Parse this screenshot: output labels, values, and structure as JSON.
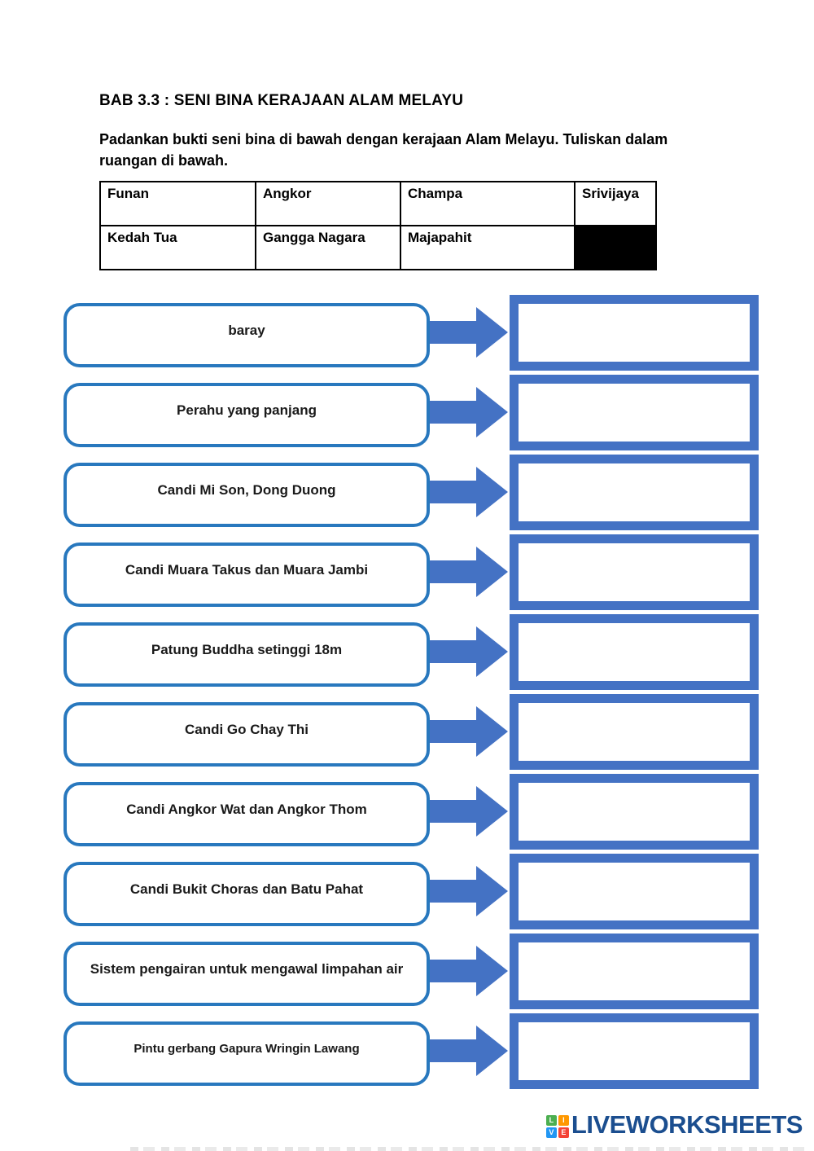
{
  "page": {
    "title": "BAB 3.3 : SENI BINA KERAJAAN ALAM MELAYU",
    "instructions": "Padankan bukti seni bina di bawah dengan kerajaan Alam Melayu. Tuliskan dalam ruangan di bawah."
  },
  "kingdom_table": {
    "rows": [
      [
        "Funan",
        "Angkor",
        "Champa",
        "Srivijaya"
      ],
      [
        "Kedah Tua",
        "Gangga Nagara",
        "Majapahit",
        ""
      ]
    ],
    "blacked_out_cell": "row 2, column 4"
  },
  "matching": {
    "items": [
      {
        "label": "baray",
        "answer_value": ""
      },
      {
        "label": "Perahu yang panjang",
        "answer_value": ""
      },
      {
        "label": "Candi Mi Son, Dong Duong",
        "answer_value": ""
      },
      {
        "label": "Candi Muara Takus dan Muara Jambi",
        "answer_value": ""
      },
      {
        "label": "Patung Buddha setinggi 18m",
        "answer_value": ""
      },
      {
        "label": "Candi Go Chay Thi",
        "answer_value": ""
      },
      {
        "label": "Candi Angkor Wat dan Angkor Thom",
        "answer_value": ""
      },
      {
        "label": "Candi Bukit Choras dan Batu Pahat",
        "answer_value": ""
      },
      {
        "label": "Sistem pengairan untuk mengawal limpahan air",
        "answer_value": ""
      },
      {
        "label": "Pintu gerbang Gapura Wringin Lawang",
        "answer_value": ""
      }
    ]
  },
  "footer": {
    "brand": "LIVEWORKSHEETS",
    "logo_letters": [
      "L",
      "I",
      "V",
      "E"
    ]
  },
  "colors": {
    "rounded_border": "#2878BE",
    "arrow_fill": "#4472C4",
    "answer_frame": "#4472C4",
    "table_border": "#000000",
    "blacked_cell": "#000000",
    "brand_text": "#1B4E8F",
    "logo_green": "#4CAF50",
    "logo_orange": "#FF9800",
    "logo_blue": "#2196F3",
    "logo_red": "#F44336"
  }
}
